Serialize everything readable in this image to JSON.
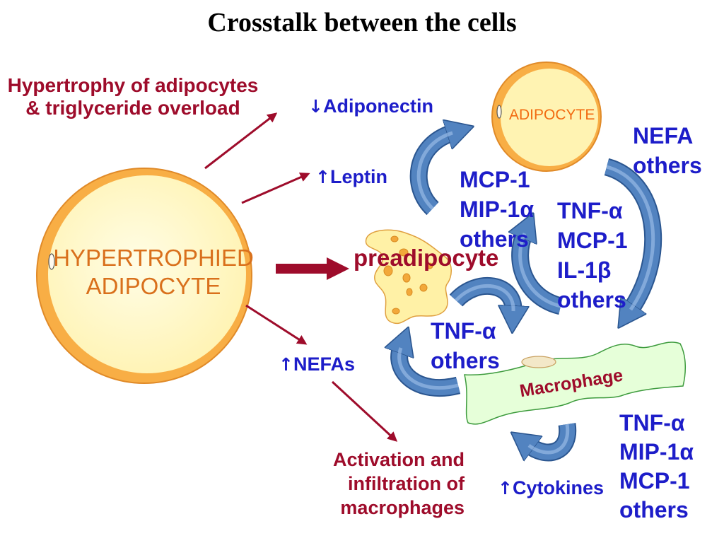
{
  "title": "Crosstalk between the cells",
  "colors": {
    "title": "#000000",
    "effect_red": "#9e0c2b",
    "signal_blue": "#1d1dc9",
    "cell_ring": "#f8ae45",
    "cell_ring_edge": "#e08a28",
    "cell_fill": "#fff3b2",
    "cell_text": "#d9701c",
    "small_cell_text": "#f26a10",
    "preadipocyte_fill": "#fff1a6",
    "preadipocyte_dots": "#f2a83a",
    "macrophage_fill": "#e6ffd9",
    "macrophage_outline": "#3d9b3d",
    "curved_arrow": "#5283c0",
    "curved_arrow_edge": "#2b5690"
  },
  "hypertrophied_cell": {
    "lines": [
      "HYPERTROPHIED",
      "ADIPOCYTE"
    ]
  },
  "adipocyte_cell": {
    "label": "ADIPOCYTE"
  },
  "preadipocyte_cell": {
    "label": "preadipocyte"
  },
  "macrophage_cell": {
    "label": "Macrophage"
  },
  "effects": {
    "hypertrophy": [
      "Hypertrophy of adipocytes",
      "& triglyceride overload"
    ],
    "adiponectin": {
      "arrow": "↓",
      "label": "Adiponectin"
    },
    "leptin": {
      "arrow": "↑",
      "label": "Leptin"
    },
    "nefas": {
      "arrow": "↑",
      "label": "NEFAs"
    },
    "macrophage_activation": [
      "Activation and",
      "infiltration of",
      "macrophages"
    ],
    "cytokines": {
      "arrow": "↑",
      "label": "Cytokines"
    }
  },
  "signals": {
    "nefa_group": [
      "NEFA",
      "others"
    ],
    "mcp_group": [
      "MCP-1",
      "MIP-1α",
      "others"
    ],
    "tnf_il_group": [
      "TNF-α",
      "MCP-1",
      "IL-1β",
      "others"
    ],
    "tnf_group": [
      "TNF-α",
      "others"
    ],
    "tnf_mip_group": [
      "TNF-α",
      "MIP-1α",
      "MCP-1",
      "others"
    ]
  }
}
